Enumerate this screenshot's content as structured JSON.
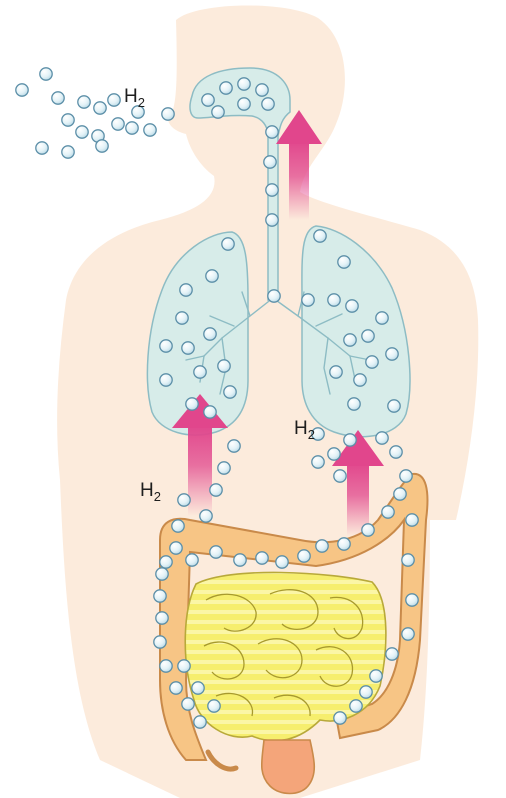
{
  "labels": {
    "mouth_gas": {
      "base": "H",
      "sub": "2"
    },
    "left_gas": {
      "base": "H",
      "sub": "2"
    },
    "right_gas": {
      "base": "H",
      "sub": "2"
    }
  },
  "colors": {
    "skin": "#fbe7d6",
    "lung": "#d7ece9",
    "bubble_fill": "#e8f4f8",
    "bubble_stroke": "#5c8fa8",
    "arrow": "#e1468c",
    "colon": "#f7c585",
    "small_intestine": "#f6ee6e"
  }
}
